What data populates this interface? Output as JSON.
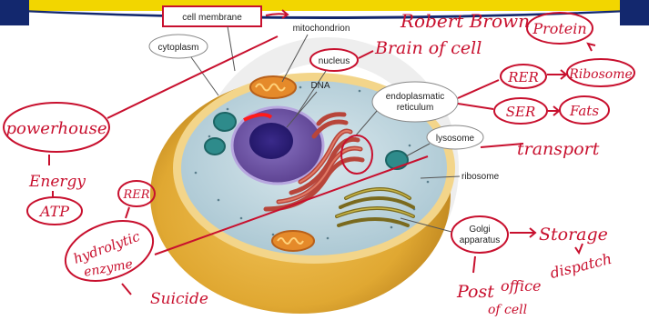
{
  "diagram": {
    "labels": {
      "cell_membrane": "cell membrane",
      "mitochondrion": "mitochondrion",
      "cytoplasm": "cytoplasm",
      "nucleus": "nucleus",
      "dna": "DNA",
      "er_line1": "endoplasmatic",
      "er_line2": "reticulum",
      "lysosome": "lysosome",
      "ribosome": "ribosome",
      "golgi_line1": "Golgi",
      "golgi_line2": "apparatus"
    },
    "annotations": {
      "robert_brown": "Robert Brown",
      "brain_of_cell": "Brain of cell",
      "protein": "Protein",
      "rer": "RER",
      "ribosome": "Ribosome",
      "ser": "SER",
      "fats": "Fats",
      "transport": "transport",
      "powerhouse": "powerhouse",
      "energy": "Energy",
      "atp": "ATP",
      "rer_left": "RER",
      "hydrolytic": "hydrolytic",
      "enzyme": "enzyme",
      "suicide": "Suicide",
      "storage": "Storage",
      "dispatch": "dispatch",
      "post": "Post",
      "office": "office",
      "of_cell": "of cell"
    },
    "colors": {
      "ink": "#c8102e",
      "cell_outer": "#e0a832",
      "cytoplasm": "#c7dbe4",
      "nucleus": "#6a4fa0",
      "er": "#c85a4a",
      "golgi": "#8a7a2a",
      "border_yellow": "#f2d600",
      "border_navy": "#13286e"
    }
  }
}
